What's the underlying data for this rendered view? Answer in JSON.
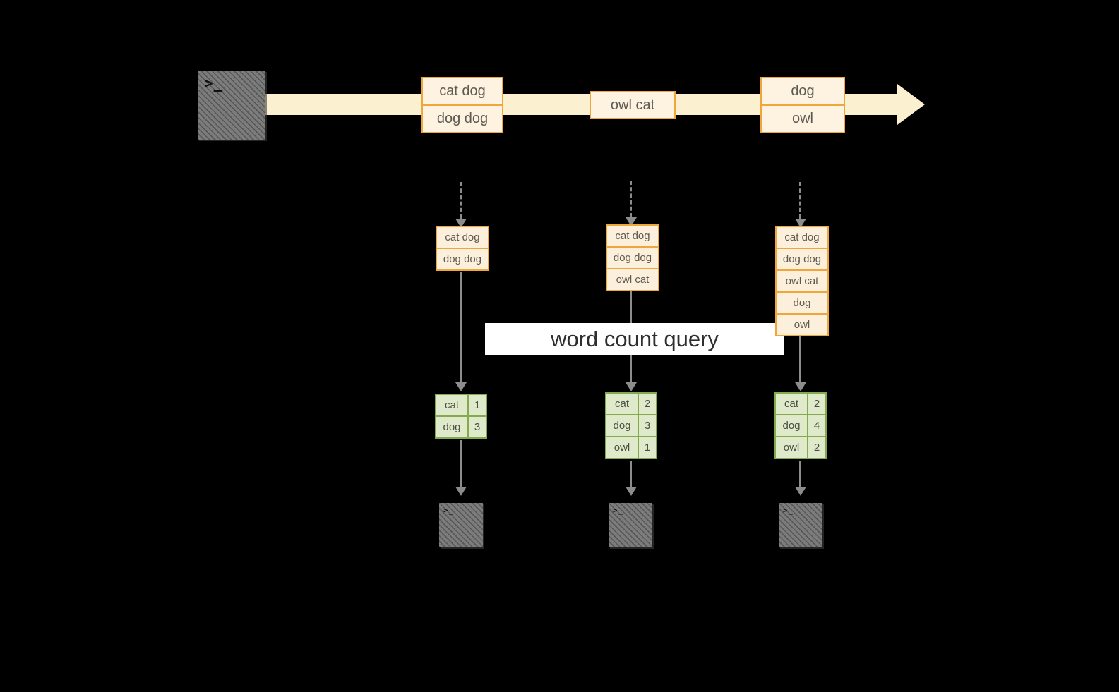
{
  "glyphs": {
    "terminal": ">_"
  },
  "banner": {
    "label": "word count query"
  },
  "stream": {
    "boxes": [
      {
        "cells": [
          "cat dog",
          "dog dog"
        ]
      },
      {
        "cells": [
          "owl cat"
        ]
      },
      {
        "cells": [
          "dog",
          "owl"
        ]
      }
    ]
  },
  "columns": [
    {
      "stack": [
        "cat dog",
        "dog dog"
      ],
      "table": [
        {
          "word": "cat",
          "count": "1"
        },
        {
          "word": "dog",
          "count": "3"
        }
      ]
    },
    {
      "stack": [
        "cat dog",
        "dog dog",
        "owl cat"
      ],
      "table": [
        {
          "word": "cat",
          "count": "2"
        },
        {
          "word": "dog",
          "count": "3"
        },
        {
          "word": "owl",
          "count": "1"
        }
      ]
    },
    {
      "stack": [
        "cat dog",
        "dog dog",
        "owl cat",
        "dog",
        "owl"
      ],
      "table": [
        {
          "word": "cat",
          "count": "2"
        },
        {
          "word": "dog",
          "count": "4"
        },
        {
          "word": "owl",
          "count": "2"
        }
      ]
    }
  ],
  "colors": {
    "background": "#000000",
    "stream_fill": "#FBF0D0",
    "box_border": "#EFA63A",
    "box_fill": "#FDF3E0",
    "table_border": "#84A94F",
    "table_fill": "#DEEAC9",
    "arrow_gray": "#8C8C8C",
    "banner_bg": "#FFFFFF",
    "terminal_gray": "#7C7C7C"
  }
}
